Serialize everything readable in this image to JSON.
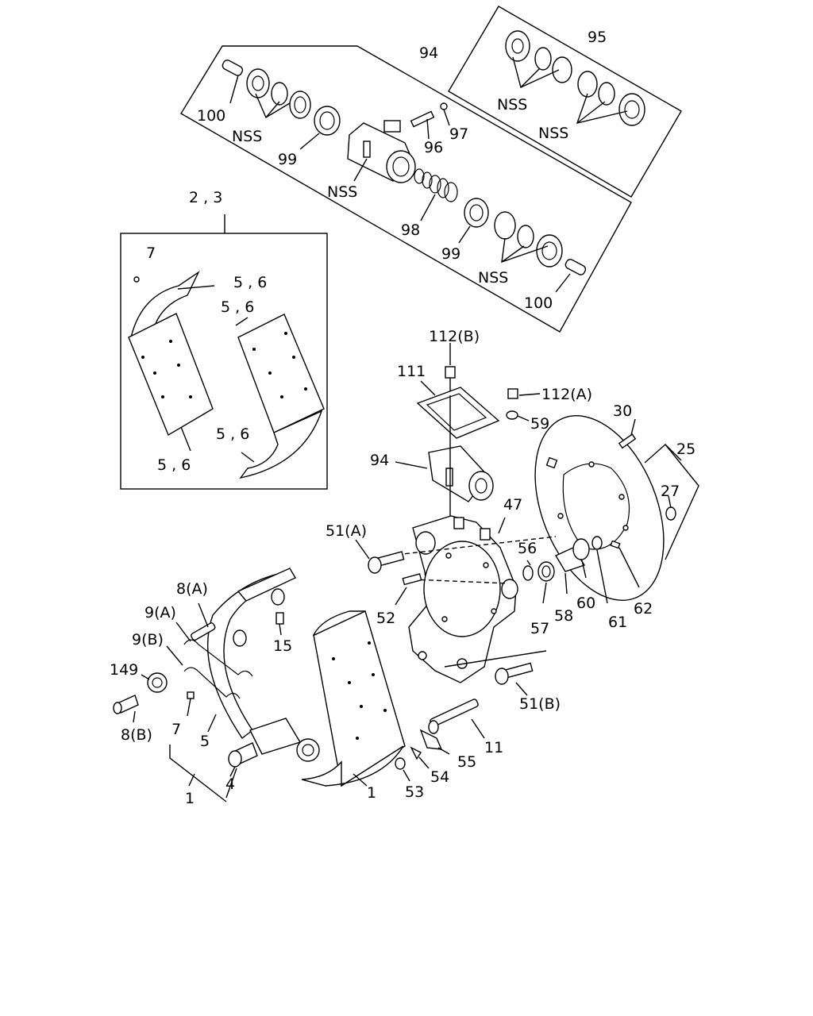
{
  "labels": {
    "l94a": "94",
    "l95": "95",
    "l100a": "100",
    "nss_a": "NSS",
    "nss_b": "NSS",
    "l99a": "99",
    "l96": "96",
    "l97": "97",
    "nss_c": "NSS",
    "l98": "98",
    "l99b": "99",
    "nss_d": "NSS",
    "l100b": "100",
    "l23": "2 , 3",
    "l7a": "7",
    "l56a": "5 , 6",
    "l56b": "5 , 6",
    "l56c": "5 , 6",
    "l56d": "5 , 6",
    "l112b": "112(B)",
    "l111": "111",
    "l112a": "112(A)",
    "l59": "59",
    "l30": "30",
    "l25": "25",
    "l27": "27",
    "l94b": "94",
    "l47": "47",
    "l51a": "51(A)",
    "l56": "56",
    "l52": "52",
    "l57": "57",
    "l58": "58",
    "l60": "60",
    "l61": "61",
    "l62": "62",
    "l8a": "8(A)",
    "l9a": "9(A)",
    "l9b": "9(B)",
    "l15": "15",
    "l149": "149",
    "l8b": "8(B)",
    "l7b": "7",
    "l5": "5",
    "l4": "4",
    "l1a": "1",
    "l1b": "1",
    "l51b": "51(B)",
    "l11": "11",
    "l55": "55",
    "l54": "54",
    "l53": "53"
  }
}
